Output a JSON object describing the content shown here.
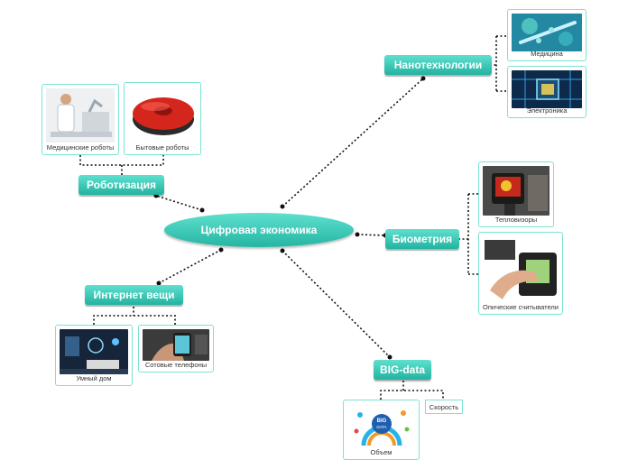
{
  "center": "Цифровая экономика",
  "topics": {
    "nano": "Нанотехнологии",
    "robot": "Роботизация",
    "bio": "Биометрия",
    "iot": "Интернет вещи",
    "big": "BIG-data"
  },
  "leaves": {
    "medicine": "Медицина",
    "electronics": "Электроника",
    "medical_robots": "Медицинские роботы",
    "home_robots": "Бытовые роботы",
    "thermal": "Тепловизоры",
    "optical": "Опические считыватели",
    "smart_home": "Умный дом",
    "phones": "Сотовые телефоны",
    "volume": "Объем",
    "speed": "Скорость"
  },
  "bigdata_badge": "BIG DATA",
  "colors": {
    "node": "#2bbba7",
    "node_light": "#5fe0cf",
    "border": "#7be3d2",
    "line": "#111111"
  }
}
